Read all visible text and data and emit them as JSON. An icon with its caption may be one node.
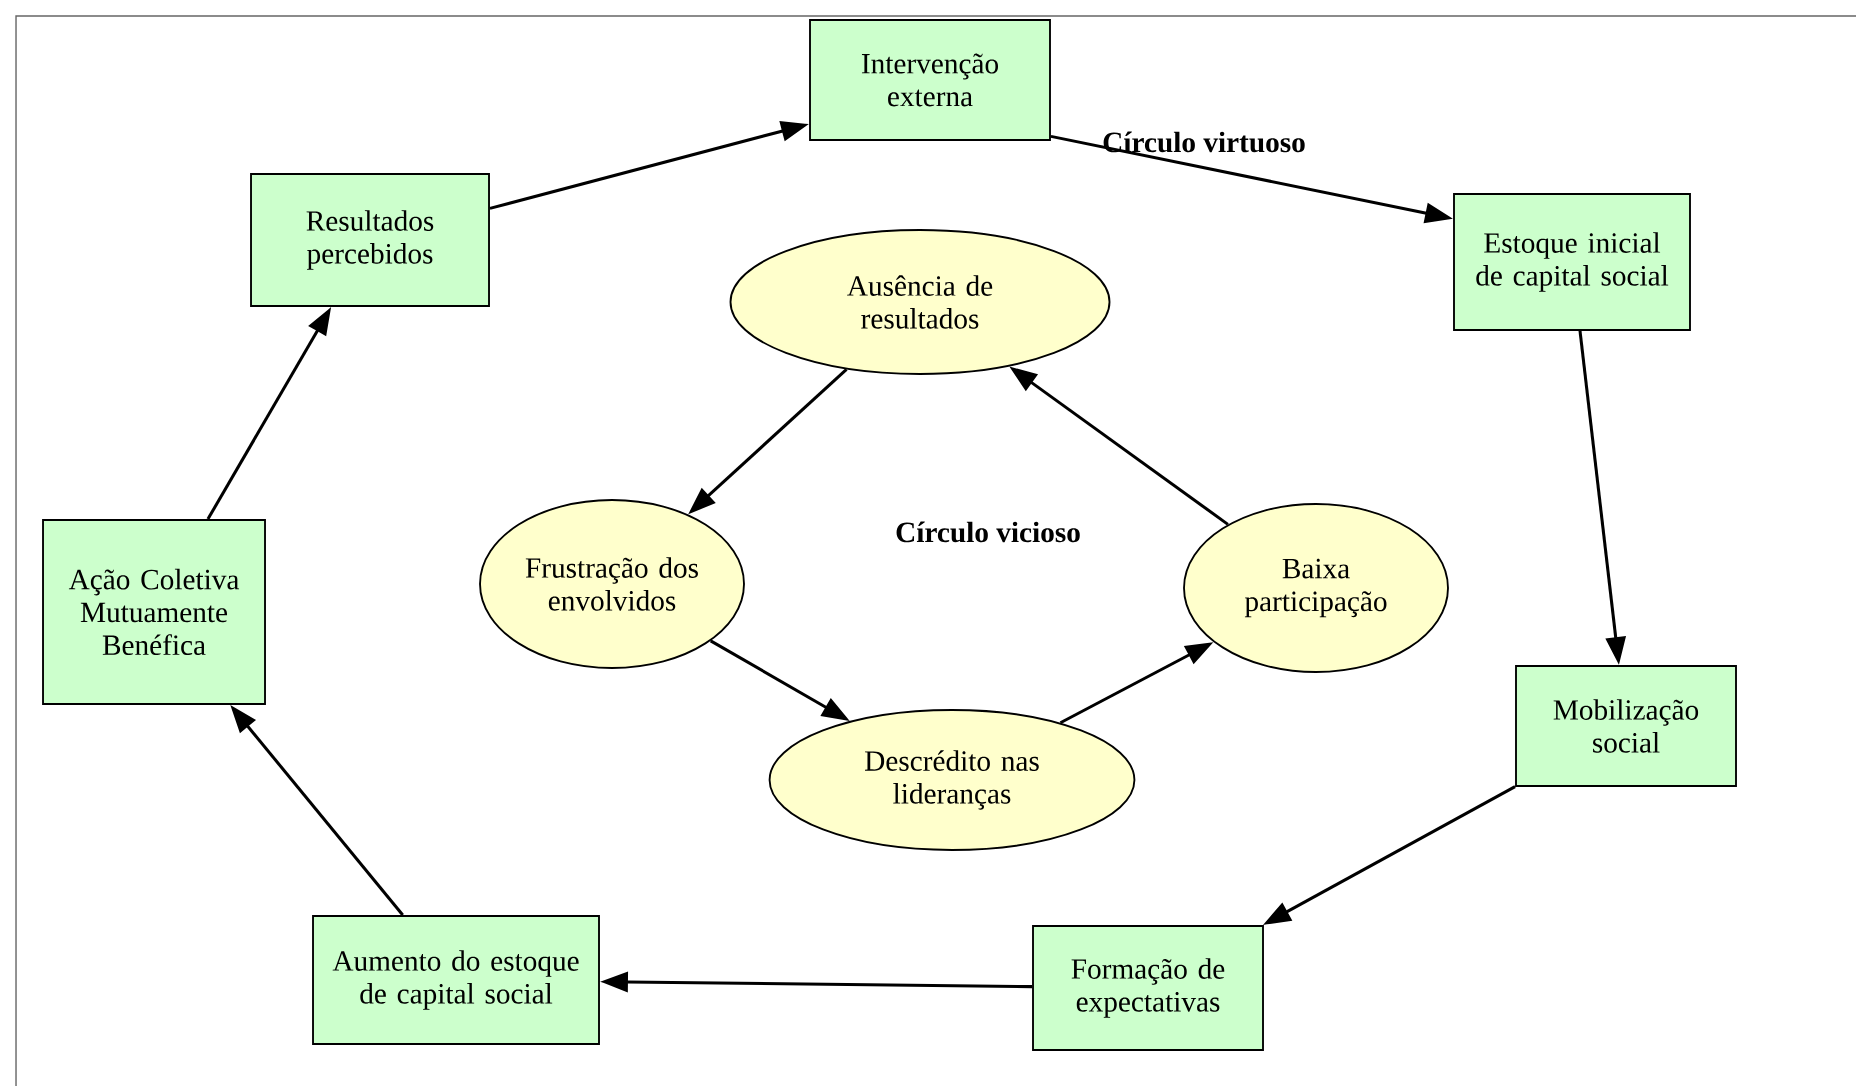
{
  "diagram": {
    "nodes": [
      {
        "text": [
          "Intervenção externa"
        ]
      },
      {
        "text": [
          "Estoque inicial de capital social"
        ]
      },
      {
        "text": [
          "Mobilização social"
        ]
      },
      {
        "text": [
          "Formação de expectativas"
        ]
      },
      {
        "text": [
          "Aumento do estoque de capital social"
        ]
      },
      {
        "text": [
          "Ação Coletiva Mutuamente Benéfica"
        ]
      },
      {
        "text": [
          "Resultados percebidos"
        ]
      },
      {
        "text": [
          "Ausência de resultados"
        ]
      },
      {
        "text": [
          "Baixa participação"
        ]
      },
      {
        "text": [
          "Descrédito nas lideranças"
        ]
      },
      {
        "text": [
          "Frustração dos envolvidos"
        ]
      }
    ],
    "edges": [
      {
        "from": 6,
        "to": 0,
        "arrow": "to"
      },
      {
        "from": 0,
        "to": 1,
        "arrow": "to"
      },
      {
        "from": 1,
        "to": 2,
        "arrow": "to"
      },
      {
        "from": 2,
        "to": 3,
        "arrow": "to"
      },
      {
        "from": 3,
        "to": 4,
        "arrow": "to"
      },
      {
        "from": 4,
        "to": 5,
        "arrow": "to"
      },
      {
        "from": 5,
        "to": 6,
        "arrow": "to"
      },
      {
        "from": 7,
        "to": 10,
        "arrow": "to"
      },
      {
        "from": 10,
        "to": 9,
        "arrow": "to"
      },
      {
        "from": 9,
        "to": 8,
        "arrow": "to"
      },
      {
        "from": 8,
        "to": 7,
        "arrow": "to"
      }
    ],
    "labels": [
      "Círculo virtuoso",
      "Círculo vicioso"
    ]
  }
}
